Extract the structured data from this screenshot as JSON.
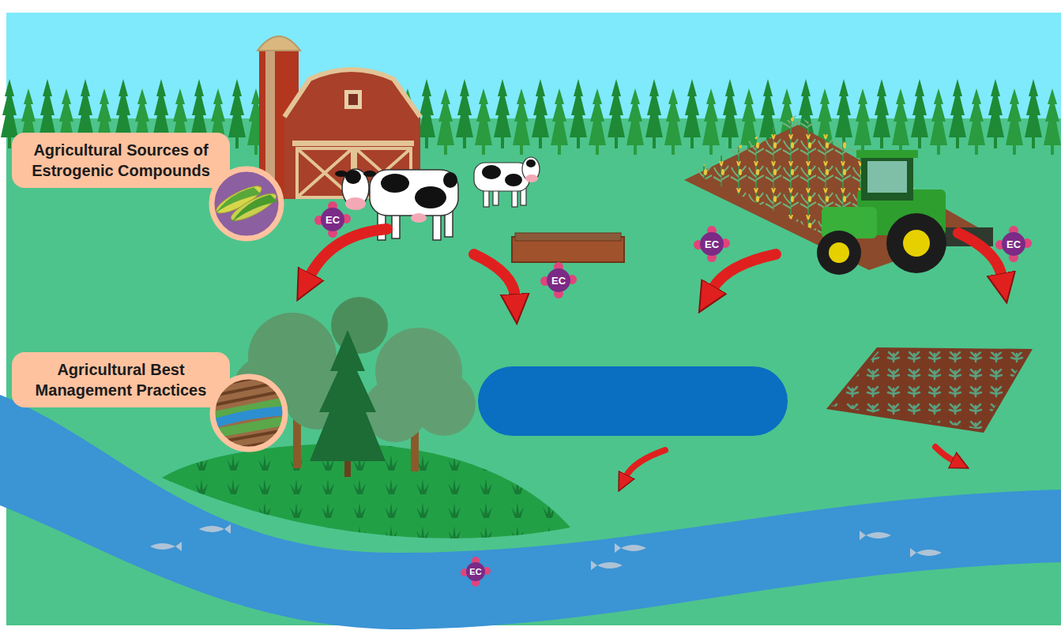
{
  "diagram": {
    "nodes": [
      {
        "text": [
          "Agricultural Sources of Estrogenic Compounds"
        ]
      },
      {
        "text": [
          "EC"
        ]
      },
      {
        "text": [
          "EC"
        ]
      },
      {
        "text": [
          "EC"
        ]
      },
      {
        "text": [
          "EC"
        ]
      },
      {
        "text": [
          "Agricultural Best Management Practices"
        ]
      },
      {
        "text": [
          "EC"
        ]
      }
    ]
  }
}
